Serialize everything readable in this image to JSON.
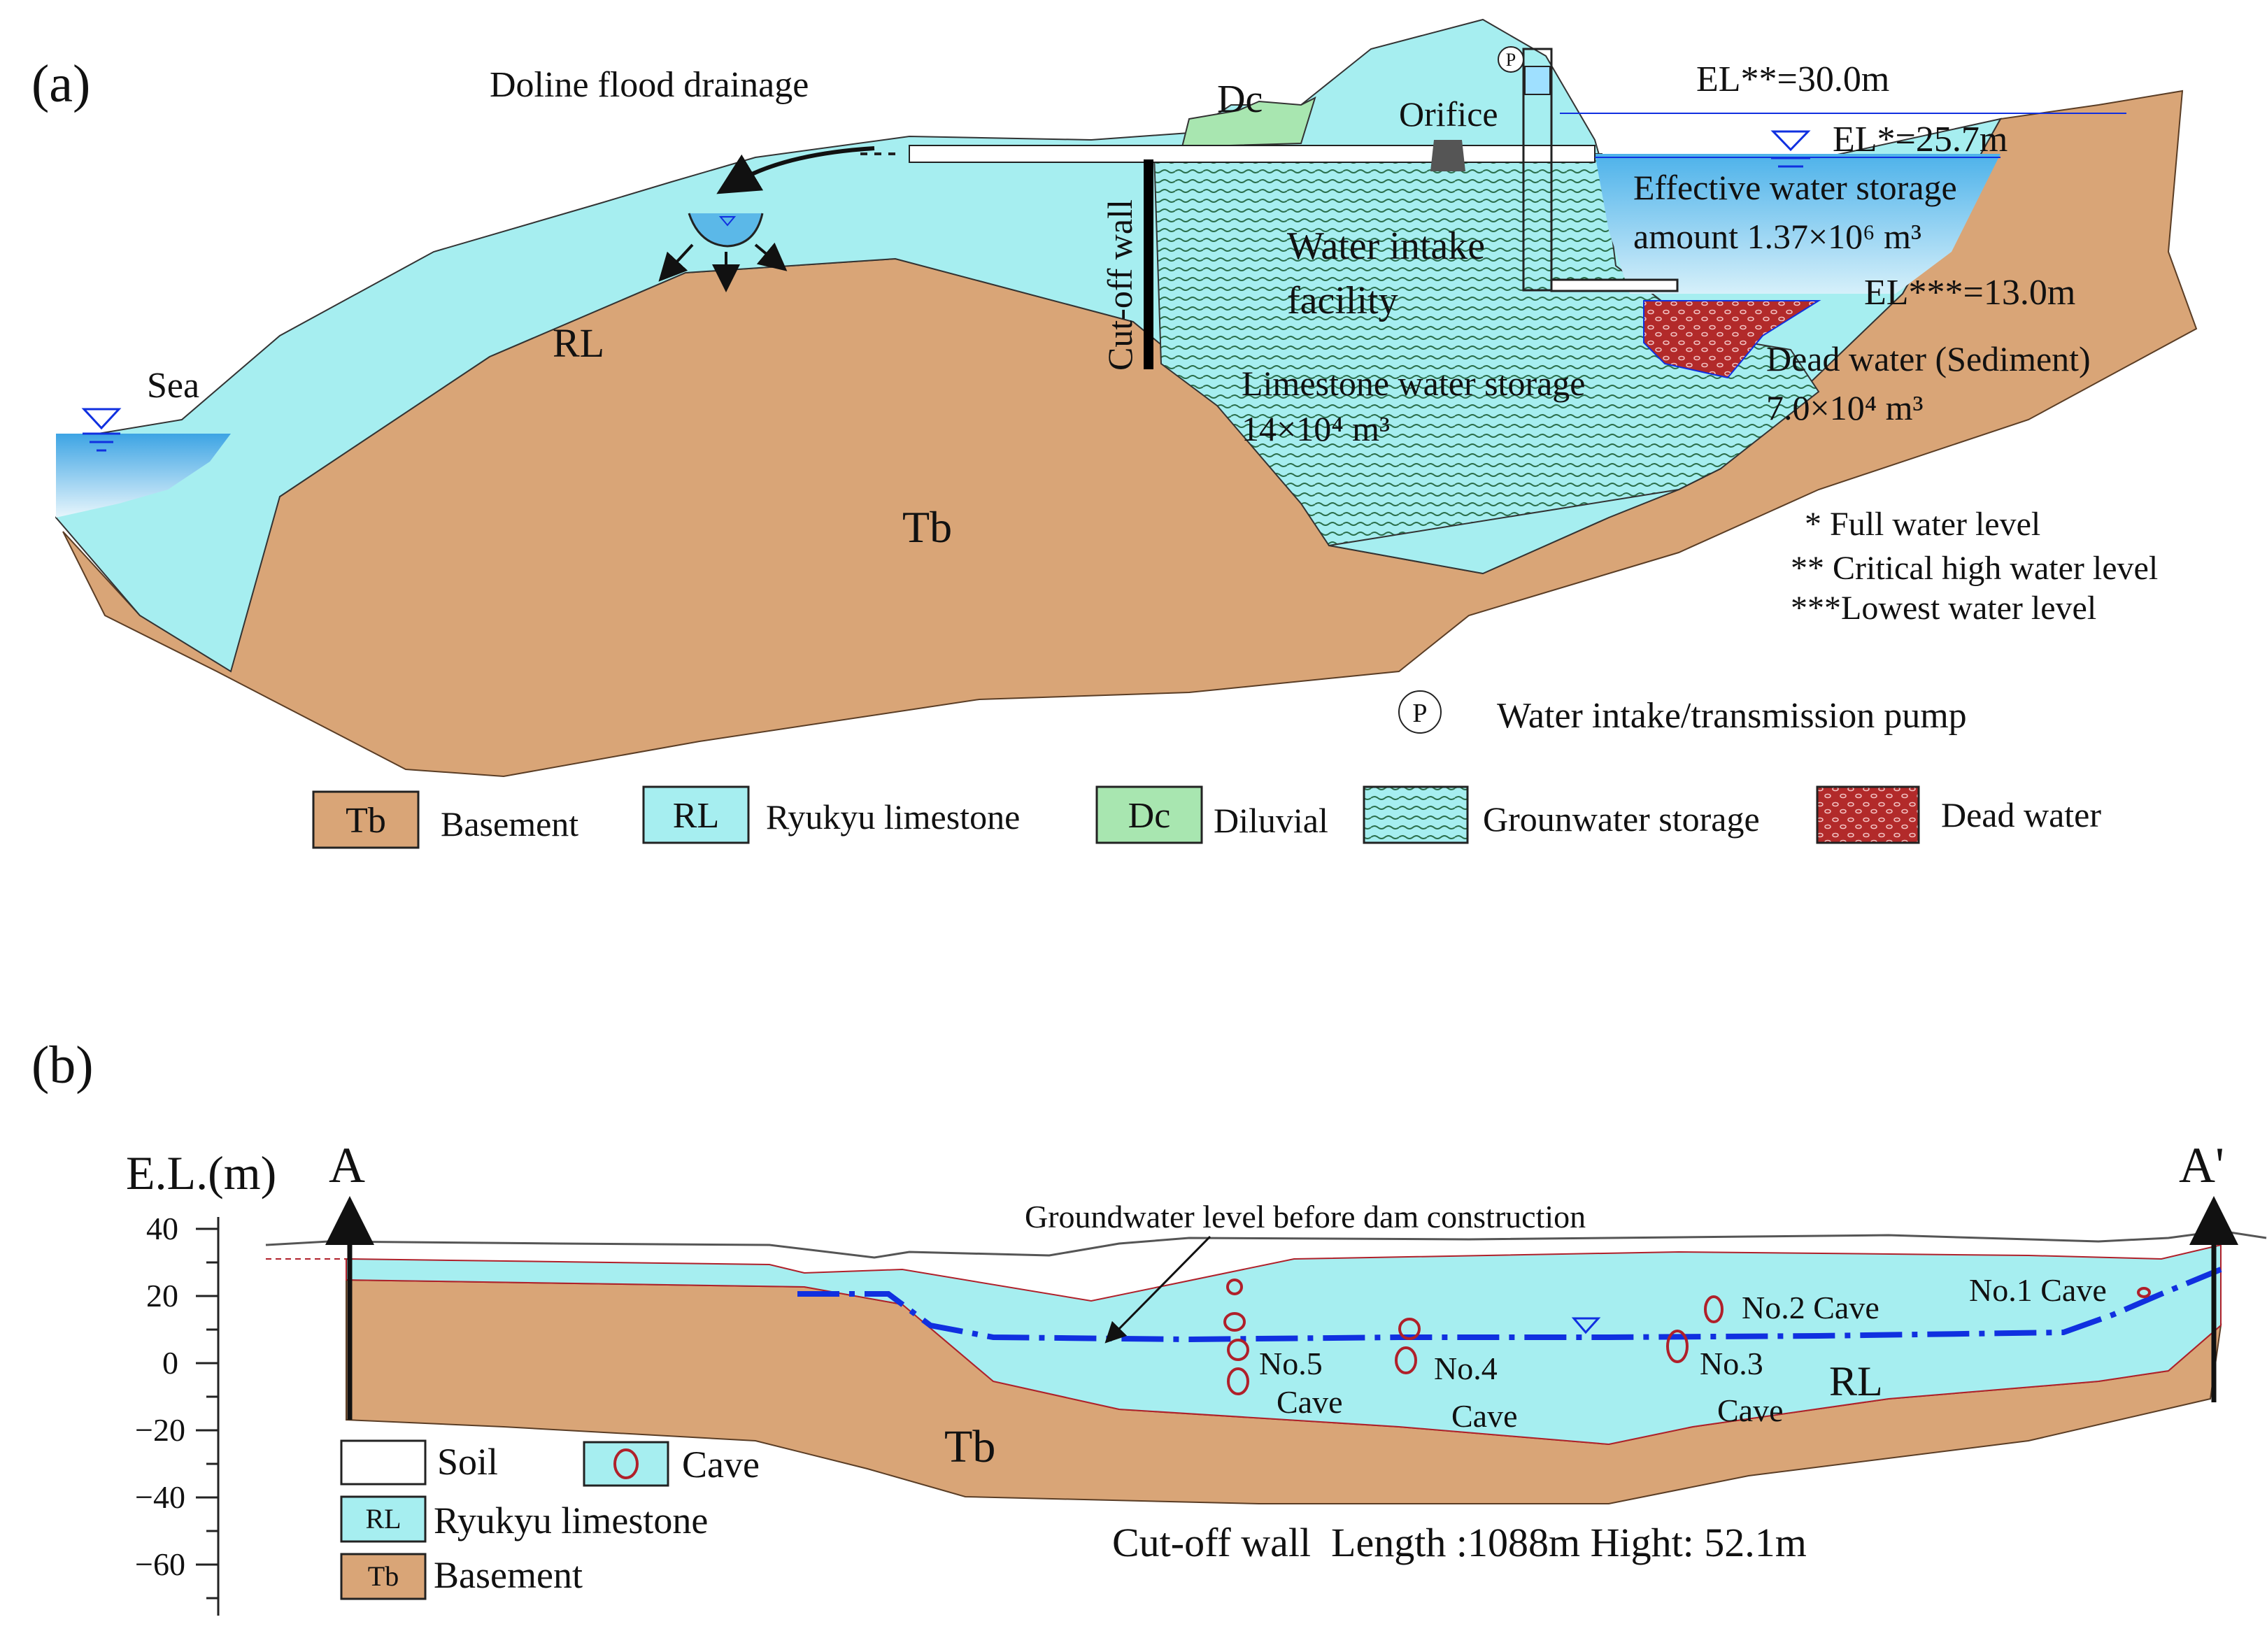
{
  "colors": {
    "basement": "#D9A577",
    "limestone": "#9EEEF0",
    "diluvial": "#A8E6B0",
    "water": "#5BB8E8",
    "dead_water": "#B22A2A",
    "gw_line": "#1030E0",
    "cave": "#B0202A",
    "soil_line": "#555555"
  },
  "panel_a": {
    "label": "(a)",
    "doline": "Doline flood drainage",
    "dc": "Dc",
    "orifice": "Orifice",
    "pump_symbol": "P",
    "el_critical": "EL**=30.0m",
    "el_full": "EL*=25.7m",
    "effective_1": "Effective water storage",
    "effective_2": "amount 1.37×10⁶ m³",
    "water_intake_1": "Water intake",
    "water_intake_2": "facility",
    "el_lowest": "EL***=13.0m",
    "cutoff_wall": "Cut-off wall",
    "rl": "RL",
    "sea": "Sea",
    "dead_water_1": "Dead water (Sediment)",
    "dead_water_2": "7.0×10⁴ m³",
    "limestone_1": "Limestone water storage",
    "limestone_2": "14×10⁴ m³",
    "tb": "Tb",
    "notes": [
      "* Full water level",
      "** Critical high water level",
      "***Lowest water level"
    ],
    "pump_legend": "Water intake/transmission pump",
    "legend": [
      {
        "code": "Tb",
        "label": "Basement"
      },
      {
        "code": "RL",
        "label": "Ryukyu limestone"
      },
      {
        "code": "Dc",
        "label": "Diluvial"
      },
      {
        "code": "",
        "label": "Grounwater storage"
      },
      {
        "code": "",
        "label": "Dead water"
      }
    ]
  },
  "panel_b": {
    "label": "(b)",
    "y_axis_title": "E.L.(m)",
    "y_ticks": [
      "40",
      "20",
      "0",
      "−20",
      "−40",
      "−60"
    ],
    "point_a": "A",
    "point_a_prime": "A'",
    "gw_label": "Groundwater level before dam construction",
    "caves": [
      {
        "name": "No.1 Cave"
      },
      {
        "name": "No.2 Cave"
      },
      {
        "name": "No.3",
        "sub": "Cave"
      },
      {
        "name": "No.4",
        "sub": "Cave"
      },
      {
        "name": "No.5",
        "sub": "Cave"
      }
    ],
    "rl": "RL",
    "tb": "Tb",
    "legend": [
      {
        "code": "",
        "label": "Soil"
      },
      {
        "code": "",
        "label": "Cave"
      },
      {
        "code": "RL",
        "label": "Ryukyu limestone"
      },
      {
        "code": "Tb",
        "label": "Basement"
      }
    ],
    "cutoff": "Cut-off wall  Length :1088m Hight: 52.1m"
  }
}
